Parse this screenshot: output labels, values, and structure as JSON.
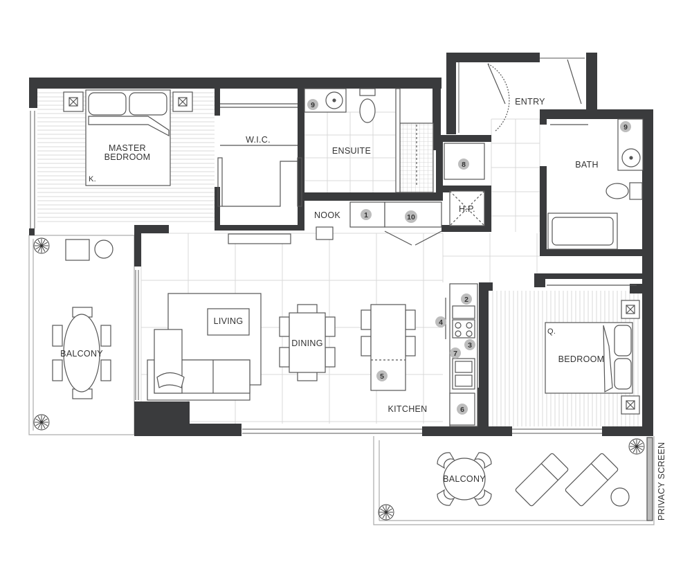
{
  "colors": {
    "wall": "#3a3b3d",
    "floor_line": "#d9d9d9",
    "fixture": "#555555",
    "badge_fill": "#bdbdbd",
    "background": "#ffffff"
  },
  "rooms": {
    "master_bedroom_line1": "MASTER",
    "master_bedroom_line2": "BEDROOM",
    "master_bed_size": "K.",
    "wic": "W.I.C.",
    "ensuite": "ENSUITE",
    "entry": "ENTRY",
    "bath": "BATH",
    "nook": "NOOK",
    "hp": "H.P.",
    "living": "LIVING",
    "dining": "DINING",
    "kitchen": "KITCHEN",
    "bedroom": "BEDROOM",
    "bedroom_bed_size": "Q.",
    "balcony_left": "BALCONY",
    "balcony_bottom": "BALCONY",
    "privacy_screen": "PRIVACY SCREEN"
  },
  "fixture_badges": {
    "b1": "1",
    "b2": "2",
    "b3": "3",
    "b4": "4",
    "b5": "5",
    "b6": "6",
    "b7": "7",
    "b8": "8",
    "b9_ensuite": "9",
    "b9_bath": "9",
    "b10": "10"
  }
}
